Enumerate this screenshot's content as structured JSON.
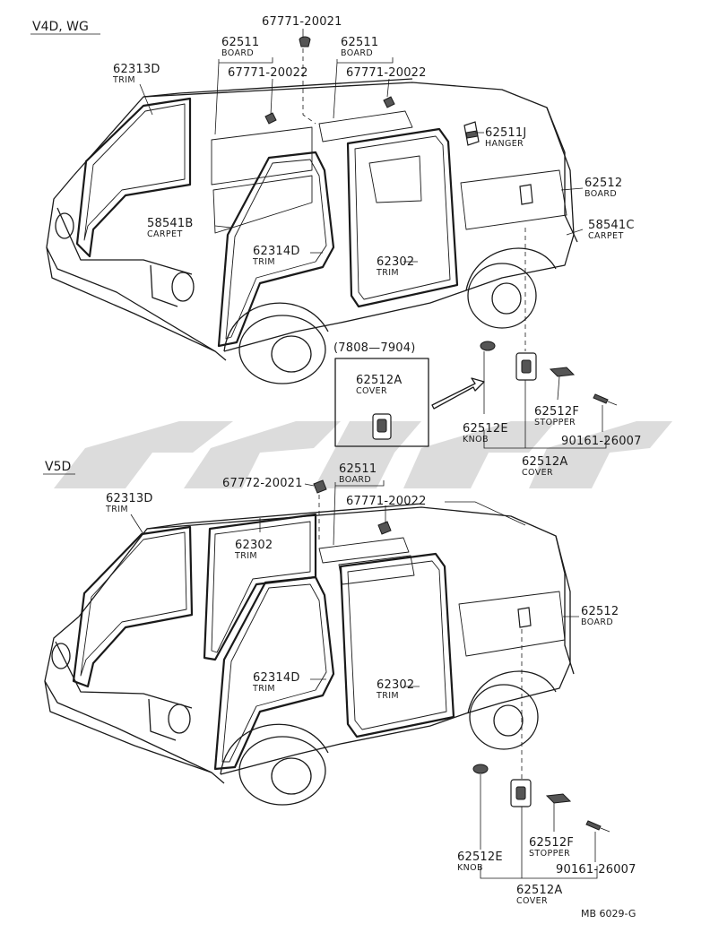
{
  "sections": {
    "top_label": "V4D, WG",
    "bottom_label": "V5D"
  },
  "top": {
    "clip_top": "67771-20021",
    "board_left_no": "62511",
    "board_left_name": "BOARD",
    "board_right_no": "62511",
    "board_right_name": "BOARD",
    "clip_left": "67771-20022",
    "clip_right": "67771-20022",
    "trim_windshield_no": "62313D",
    "trim_windshield_name": "TRIM",
    "hanger_no": "62511J",
    "hanger_name": "HANGER",
    "board_rear_no": "62512",
    "board_rear_name": "BOARD",
    "carpet_left_no": "58541B",
    "carpet_left_name": "CARPET",
    "carpet_right_no": "58541C",
    "carpet_right_name": "CARPET",
    "trim_front_door_no": "62314D",
    "trim_front_door_name": "TRIM",
    "trim_slide_door_no": "62302",
    "trim_slide_door_name": "TRIM",
    "period": "(7808—7904)",
    "cover_inset_no": "62512A",
    "cover_inset_name": "COVER",
    "knob_no": "62512E",
    "knob_name": "KNOB",
    "stopper_no": "62512F",
    "stopper_name": "STOPPER",
    "screw_no": "90161-26007",
    "cover_no": "62512A",
    "cover_name": "COVER"
  },
  "bottom": {
    "clip_left": "67772-20021",
    "board_no": "62511",
    "board_name": "BOARD",
    "clip_right": "67771-20022",
    "trim_windshield_no": "62313D",
    "trim_windshield_name": "TRIM",
    "trim_upper_no": "62302",
    "trim_upper_name": "TRIM",
    "board_rear_no": "62512",
    "board_rear_name": "BOARD",
    "trim_front_door_no": "62314D",
    "trim_front_door_name": "TRIM",
    "trim_slide_door_no": "62302",
    "trim_slide_door_name": "TRIM",
    "knob_no": "62512E",
    "knob_name": "KNOB",
    "stopper_no": "62512F",
    "stopper_name": "STOPPER",
    "screw_no": "90161-26007",
    "cover_no": "62512A",
    "cover_name": "COVER"
  },
  "footer": {
    "code": "MB 6029-G"
  }
}
